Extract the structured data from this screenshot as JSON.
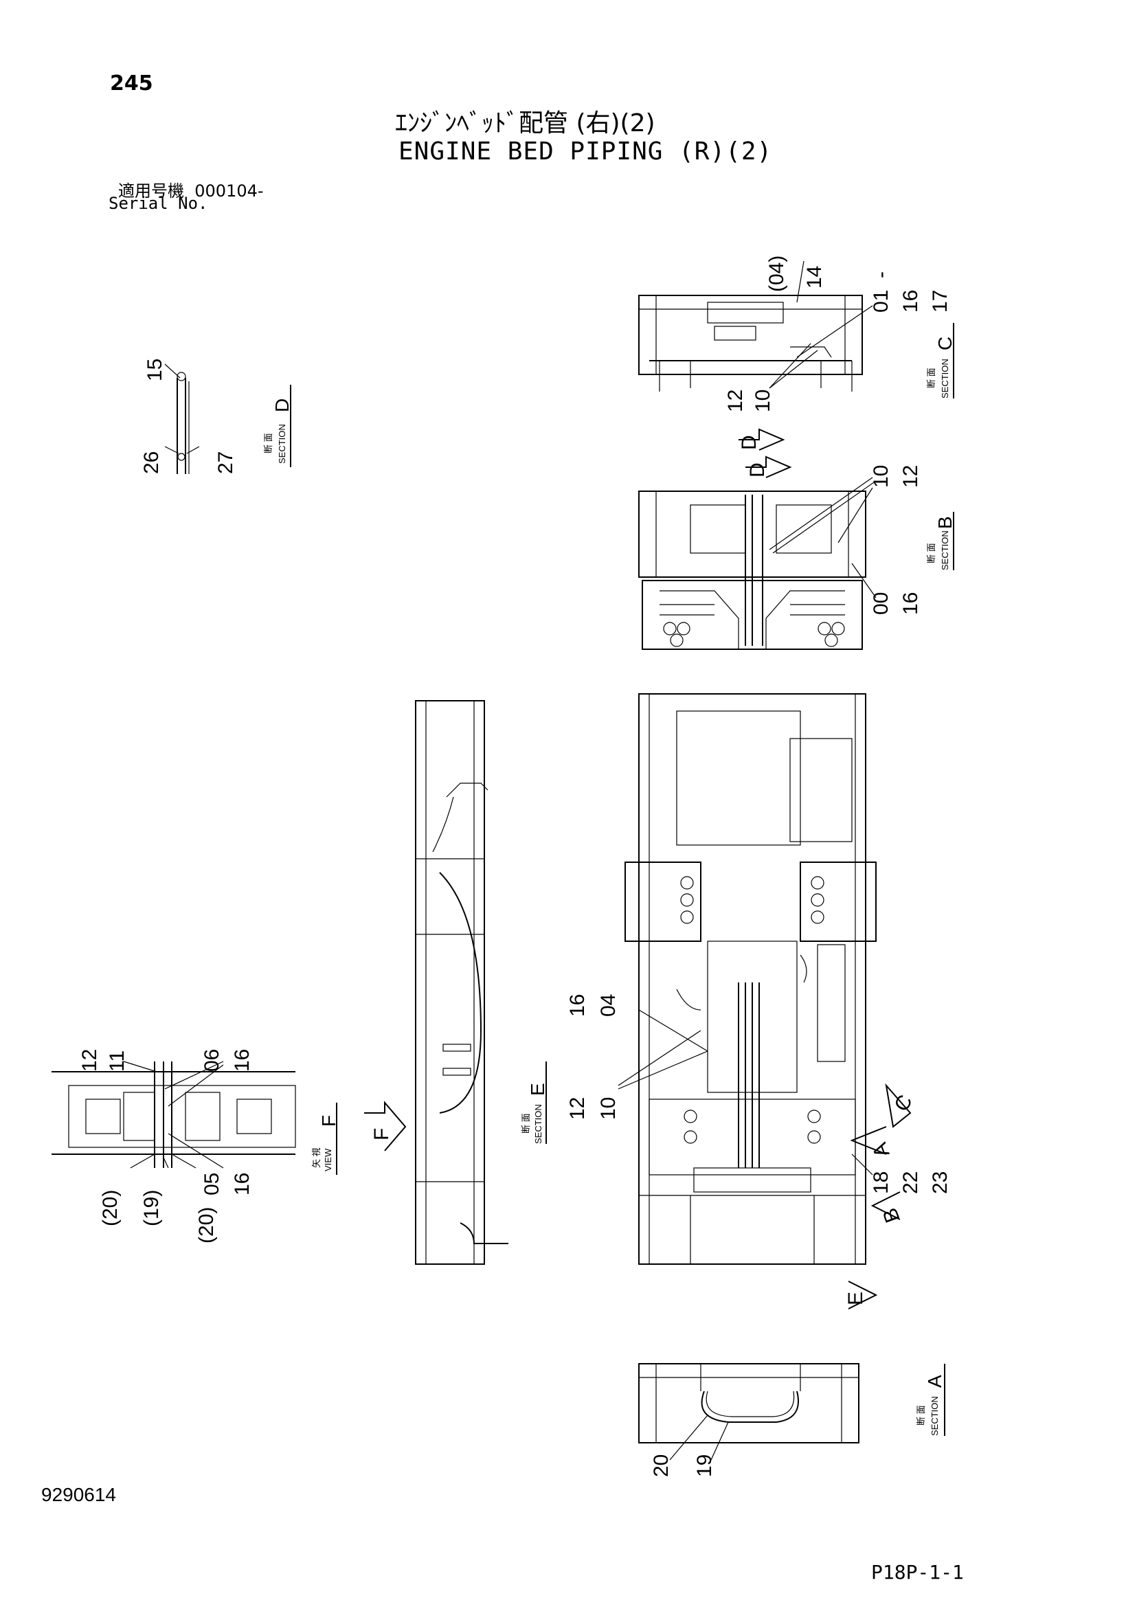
{
  "page_number": "245",
  "title_jp": "ｴﾝｼﾞﾝﾍﾞｯﾄﾞ配管 (右)(2)",
  "title_en": "ENGINE BED PIPING (R)(2)",
  "serial": {
    "label_jp": "適用号機",
    "value": "000104-",
    "label_en": "Serial No."
  },
  "doc_code": "9290614",
  "page_ref": "P18P-1-1",
  "section_labels": {
    "kanji_section": "断 面",
    "kanji_view": "矢 視",
    "section": "SECTION",
    "view": "VIEW",
    "A": "A",
    "B": "B",
    "C": "C",
    "D": "D",
    "E": "E",
    "F": "F"
  },
  "callouts": {
    "c": [
      "(04)",
      "14",
      "01",
      "16",
      "17",
      "12",
      "10"
    ],
    "d": [
      "15",
      "26",
      "27"
    ],
    "b": [
      "10",
      "12",
      "00",
      "16"
    ],
    "f": [
      "12",
      "11",
      "06",
      "16",
      "05",
      "16",
      "(20)",
      "(19)",
      "(20)"
    ],
    "main": [
      "16",
      "04",
      "12",
      "10",
      "18",
      "22",
      "23"
    ],
    "a": [
      "20",
      "19"
    ]
  },
  "separator": "-"
}
